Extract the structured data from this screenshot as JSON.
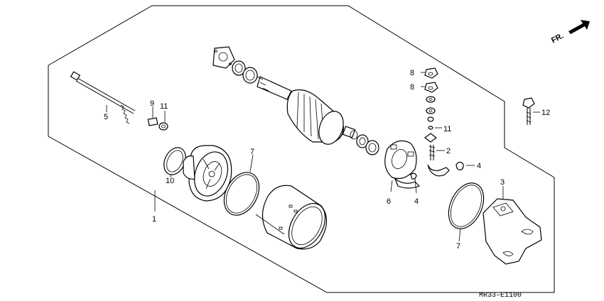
{
  "diagram": {
    "orientation_label": "FR.",
    "drawing_code": "MR33–E1100",
    "callouts": {
      "assembly": "1",
      "terminal_bolt": "2",
      "rear_cover": "3",
      "brush_spring_upper": "4",
      "brush_spring_lower": "4",
      "through_bolt": "5",
      "brush_holder": "6",
      "oring_front": "7",
      "oring_rear": "7",
      "nut_upper": "8",
      "nut_lower": "8",
      "nut_small": "9",
      "front_cover_seal": "10",
      "washer_left": "11",
      "washer_right": "11",
      "bolt_right": "12"
    }
  }
}
